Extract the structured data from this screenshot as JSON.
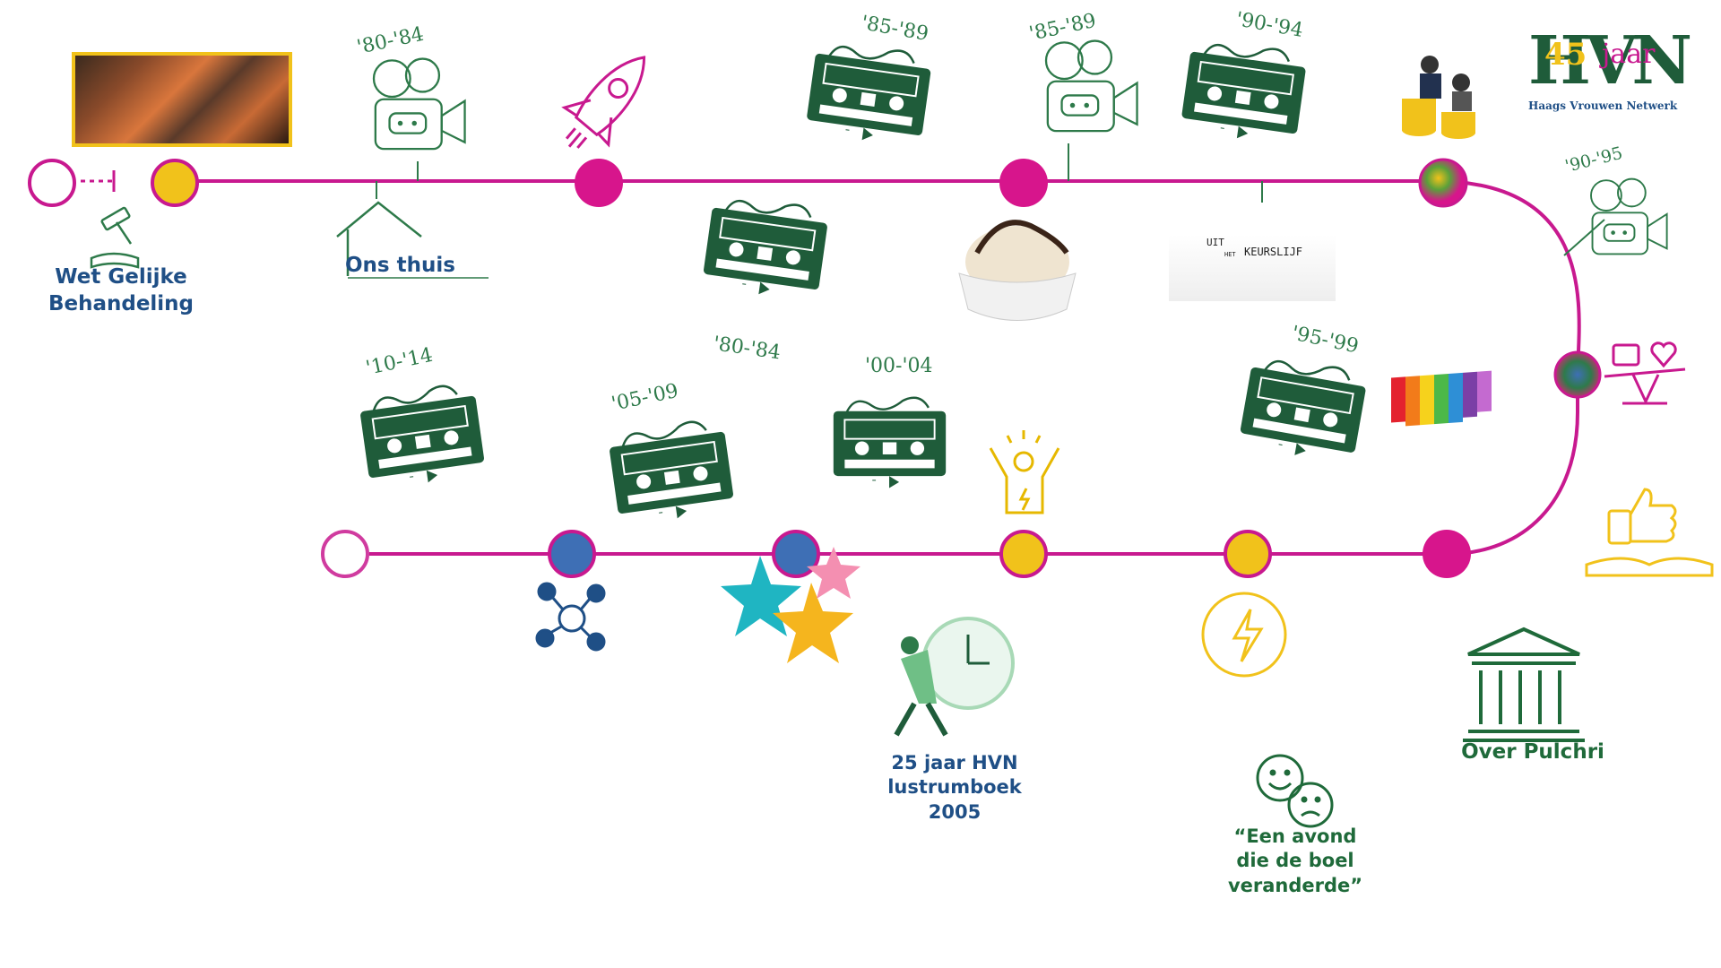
{
  "header": {
    "logo_number": "45",
    "logo_word": "jaar",
    "logo_letters": "HVN",
    "logo_org": "Haags Vrouwen Netwerk"
  },
  "labels": {
    "wet": "Wet Gelijke Behandeling",
    "ons_thuis": "Ons thuis",
    "lustrum_line1": "25 jaar HVN",
    "lustrum_line2": "lustrumboek",
    "lustrum_line3": "2005",
    "pulchri": "Over Pulchri",
    "avond_line1": "“Een avond",
    "avond_line2": "die de boel",
    "avond_line3": "veranderde”",
    "youtube_caption": "KEURSLIJF",
    "youtube_uit": "UIT",
    "youtube_het": "HET"
  },
  "years": {
    "cam1": "'80-'84",
    "tape1": "'85-'89",
    "cam2": "'85-'89",
    "tape2": "'90-'94",
    "cam3": "'90-'95",
    "tape3": "'80-'84",
    "tape4": "'10-'14",
    "tape5": "'05-'09",
    "tape6": "'00-'04",
    "tape7": "'95-'99"
  },
  "colors": {
    "line": "#c8198f",
    "magenta": "#d7158c",
    "yellow": "#f1c21b",
    "blue": "#3e6fb5",
    "green": "#1f5c3a",
    "navy": "#1f4f86"
  },
  "icons": [
    "gavel-icon",
    "house-icon",
    "camera-icon",
    "rocket-icon",
    "cassette-icon",
    "icecream-icon",
    "youtube-icon",
    "coins-icon",
    "balance-icon",
    "thumbs-up-icon",
    "temple-icon",
    "rainbow-icon",
    "energy-icon",
    "person-success-icon",
    "starfish-icon",
    "network-icon",
    "clock-person-icon",
    "emotion-icon"
  ]
}
